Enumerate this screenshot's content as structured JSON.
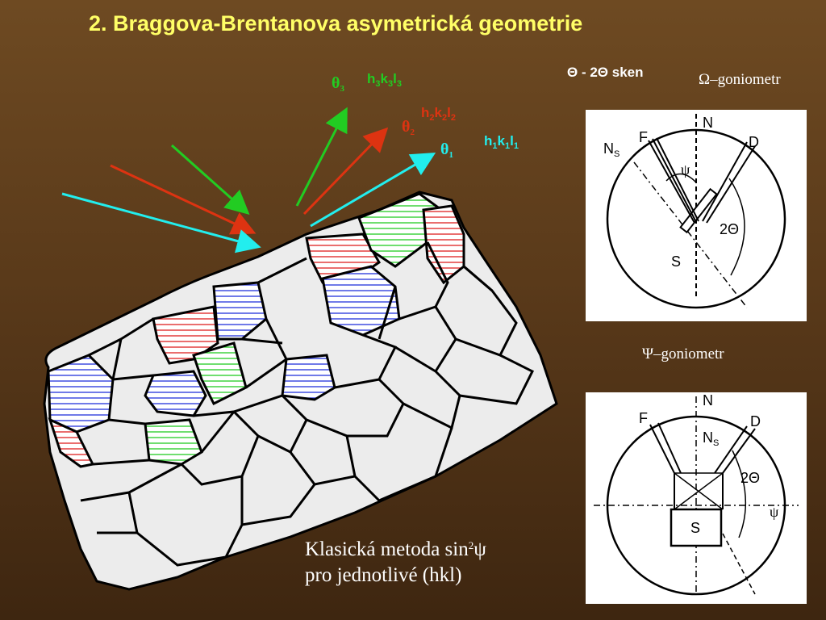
{
  "title": "2. Braggova-Brentanova asymetrická geometrie",
  "scan_label": {
    "theta": "Θ",
    "rest": " - 2",
    "theta2": "Θ",
    "tail": " sken"
  },
  "omega": {
    "symbol": "Ω",
    "text": "–goniometr"
  },
  "psi": {
    "symbol": "Ψ",
    "text": "–goniometr"
  },
  "beams": [
    {
      "theta": "θ",
      "idx": "3",
      "hkl": [
        "h",
        "3",
        "k",
        "3",
        "l",
        "3"
      ],
      "color": "#22cc22"
    },
    {
      "theta": "θ",
      "idx": "2",
      "hkl": [
        "h",
        "2",
        "k",
        "2",
        "l",
        "2"
      ],
      "color": "#dd3311"
    },
    {
      "theta": "θ",
      "idx": "1",
      "hkl": [
        "h",
        "1",
        "k",
        "1",
        "l",
        "1"
      ],
      "color": "#22eeee"
    }
  ],
  "omega_diagram": {
    "N": "N",
    "Ns": "N",
    "Ns_sub": "S",
    "F": "F",
    "D": "D",
    "psi": "ψ",
    "twotheta": "2Θ",
    "S": "S"
  },
  "psi_diagram": {
    "N": "N",
    "Ns": "N",
    "Ns_sub": "S",
    "F": "F",
    "D": "D",
    "psi": "ψ",
    "twotheta": "2Θ",
    "S": "S"
  },
  "caption": {
    "line1a": "Klasická metoda sin",
    "sup": "2",
    "psi": "ψ",
    "line2": "pro jednotlivé (hkl)"
  }
}
